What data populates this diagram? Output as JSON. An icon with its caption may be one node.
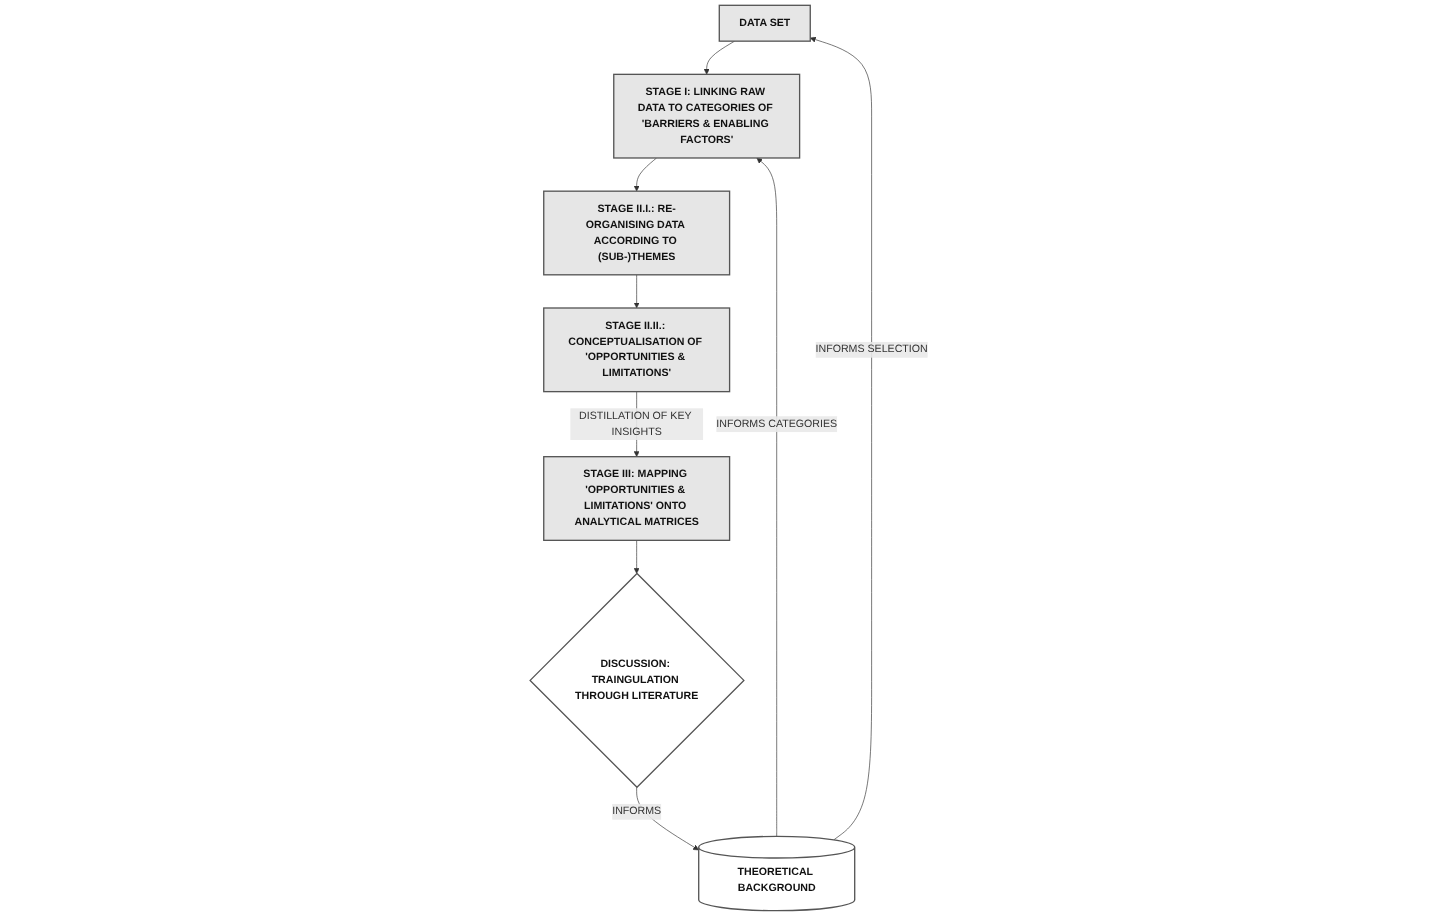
{
  "diagram": {
    "nodes": [
      {
        "text": [
          "DATA SET"
        ]
      },
      {
        "text": [
          "STAGE I: LINKING RAW DATA TO CATEGORIES OF 'BARRIERS & ENABLING FACTORS'"
        ]
      },
      {
        "text": [
          "STAGE II.I.: RE-ORGANISING DATA ACCORDING TO (SUB-)THEMES"
        ]
      },
      {
        "text": [
          "STAGE II.II.: CONCEPTUALISATION OF 'OPPORTUNITIES & LIMITATIONS'"
        ]
      },
      {
        "text": [
          "STAGE III: MAPPING 'OPPORTUNITIES & LIMITATIONS' ONTO ANALYTICAL MATRICES"
        ]
      },
      {
        "text": [
          "DISCUSSION: TRAINGULATION THROUGH LITERATURE"
        ]
      },
      {
        "text": [
          "THEORETICAL BACKGROUND"
        ]
      }
    ],
    "edges": [
      {
        "from": 0,
        "to": 1,
        "arrow": "to"
      },
      {
        "from": 1,
        "to": 2,
        "arrow": "to"
      },
      {
        "from": 2,
        "to": 3,
        "arrow": "to"
      },
      {
        "from": 3,
        "to": 4,
        "arrow": "to",
        "label": "DISTILLATION OF KEY INSIGHTS"
      },
      {
        "from": 4,
        "to": 5,
        "arrow": "to"
      },
      {
        "from": 5,
        "to": 6,
        "arrow": "to",
        "label": "INFORMS"
      },
      {
        "from": 6,
        "to": 0,
        "arrow": "to",
        "label": "INFORMS SELECTION"
      },
      {
        "from": 6,
        "to": 1,
        "arrow": "to",
        "label": "INFORMS CATEGORIES"
      }
    ]
  }
}
